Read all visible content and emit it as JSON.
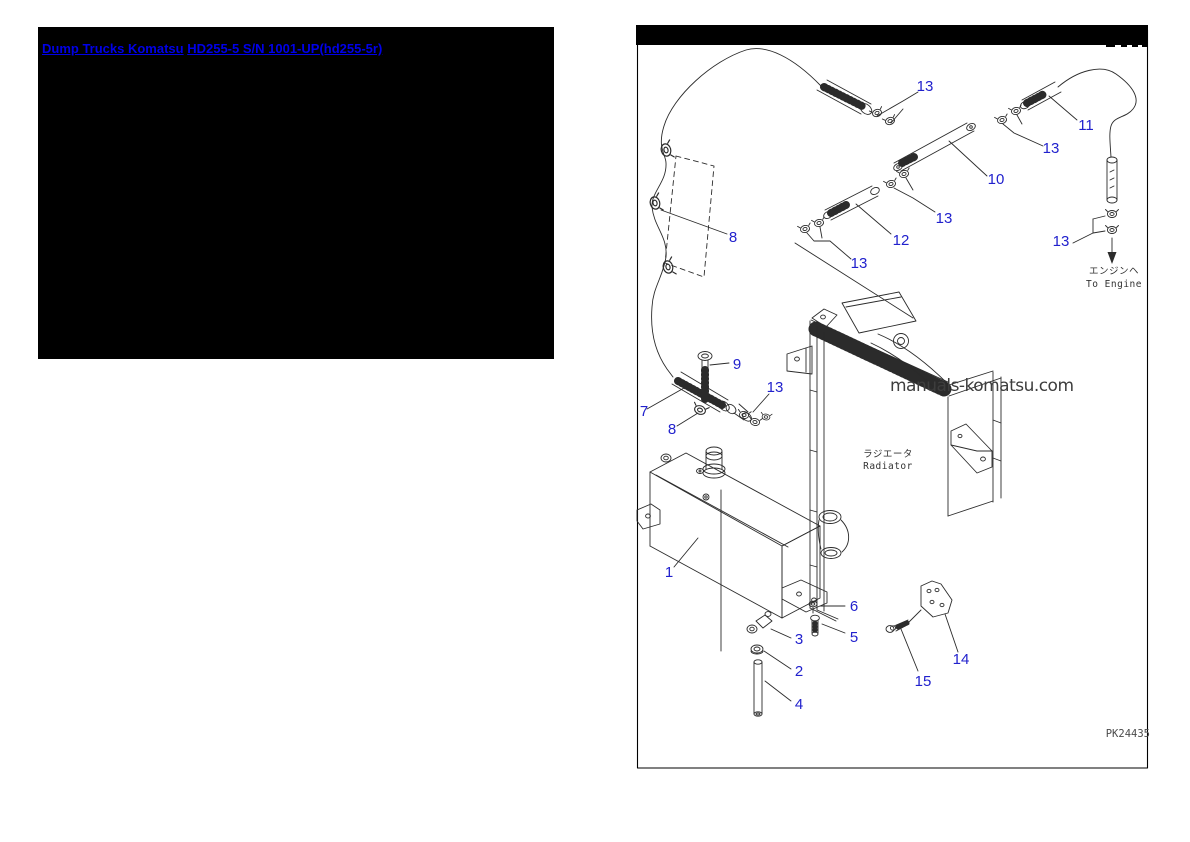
{
  "colors": {
    "link": "#0000e8",
    "callout": "#2121cd",
    "ink": "#2b2b2b",
    "watermark": "#3d3d3d",
    "muted": "#4a4a4a"
  },
  "breadcrumb": {
    "link1": "Dump Trucks Komatsu",
    "link2": "HD255-5 S/N 1001-UP(hd255-5r)"
  },
  "diagram": {
    "watermark": "manuals-komatsu.com",
    "drawing_code": "PK24435",
    "radiator_label_jp": "ラジエータ",
    "radiator_label_en": "Radiator",
    "to_engine_jp": "エンジンヘ",
    "to_engine_en": "To Engine",
    "callouts": [
      "13",
      "11",
      "13",
      "10",
      "12",
      "13",
      "13",
      "8",
      "13",
      "9",
      "13",
      "7",
      "8",
      "1",
      "6",
      "3",
      "5",
      "2",
      "4",
      "14",
      "15"
    ]
  }
}
